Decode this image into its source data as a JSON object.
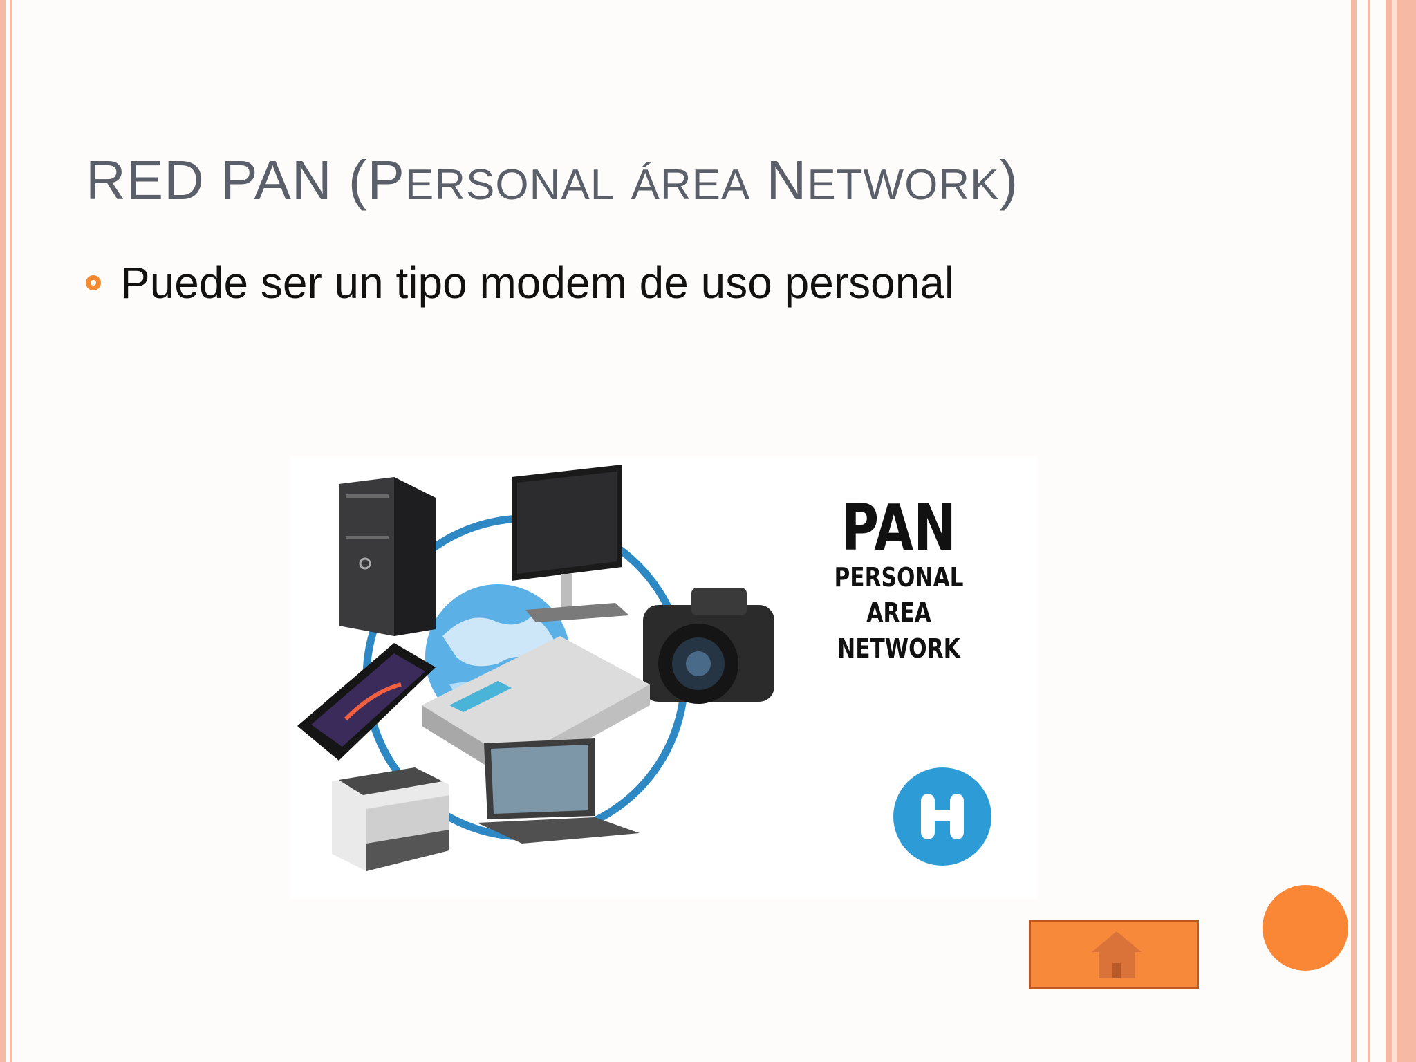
{
  "slide": {
    "title_main": "RED PAN (P",
    "title_sc1": "ersonal",
    "title_sp1": " ",
    "title_sc2": "área",
    "title_sp2": " N",
    "title_sc3": "etwork",
    "title_end": ")",
    "bullet": "Puede ser un tipo modem de uso personal"
  },
  "figure": {
    "pan_title": "PAN",
    "pan_line1": "PERSONAL",
    "pan_line2": "AREA",
    "pan_line3": "NETWORK",
    "devices": [
      "desktop-tower",
      "monitor",
      "camera",
      "smartphone",
      "router",
      "printer",
      "laptop"
    ]
  },
  "icons": {
    "bullet": "circle-bullet-icon",
    "home": "home-icon",
    "brand": "h-logo-icon"
  },
  "colors": {
    "accent": "#f5892f",
    "frame": "#f6b9a3",
    "title": "#5a5f6a",
    "network_blue": "#2d88c4"
  }
}
